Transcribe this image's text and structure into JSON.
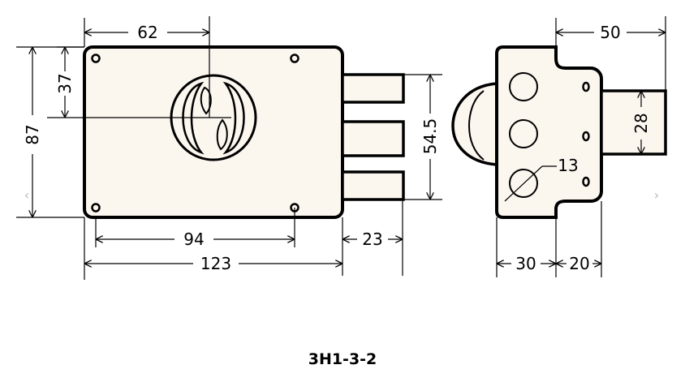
{
  "dimensions": {
    "front_width_top": "62",
    "front_keyhole_drop": "37",
    "front_height": "87",
    "front_hole_spacing": "94",
    "front_total_width": "123",
    "bolt_projection": "23",
    "bolt_span": "54.5",
    "side_total_width": "50",
    "side_bolt_height": "28",
    "side_hole_diameter": "13",
    "side_body_depth": "30",
    "side_plate_depth": "20"
  },
  "caption": "3H1-3-2",
  "nav": {
    "prev_glyph": "‹",
    "next_glyph": "›"
  },
  "colors": {
    "line": "#000000",
    "body_fill": "#fbf6ee",
    "background": "#ffffff",
    "nav": "#b9b9b9"
  }
}
